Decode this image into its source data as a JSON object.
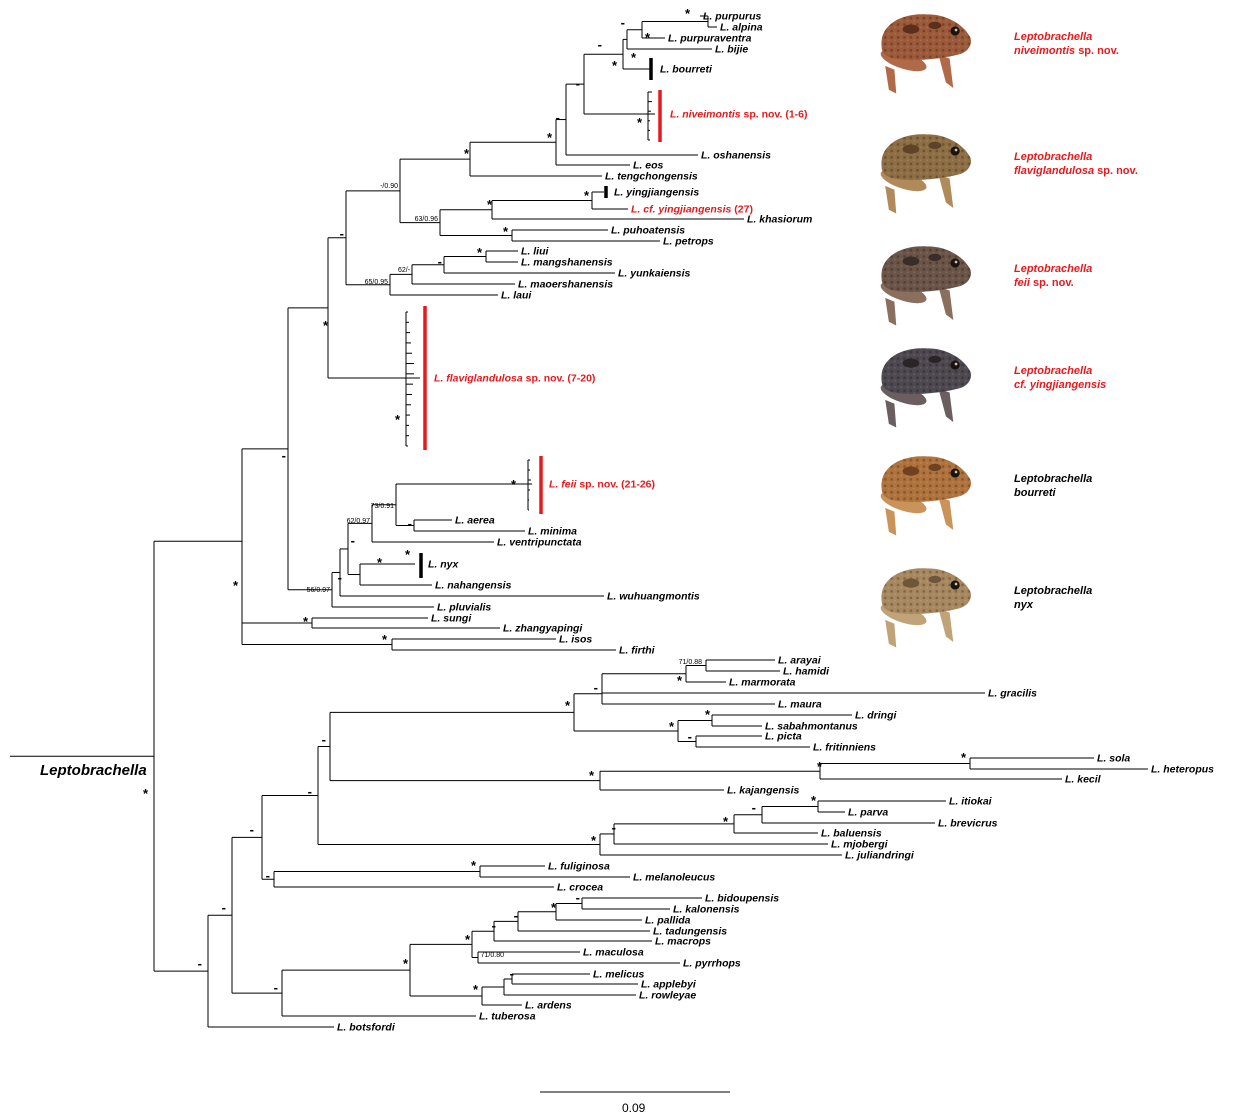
{
  "root_label": "Leptobrachella",
  "scale_label": "0.09",
  "sp_nov": "sp. nov.",
  "colors": {
    "branch": "#000000",
    "highlight": "#e8181c",
    "black_bar": "#000000"
  },
  "tips": {
    "purpurus": "L. purpurus",
    "alpina": "L. alpina",
    "purpuraventra": "L. purpuraventra",
    "bijie": "L. bijie",
    "bourreti": "L. bourreti",
    "niveimontis": "L. niveimontis",
    "niveimontis_suffix": "sp. nov. (1-6)",
    "oshanensis": "L. oshanensis",
    "eos": "L. eos",
    "tengchongensis": "L. tengchongensis",
    "yingjiangensis": "L. yingjiangensis",
    "cf_yingjiangensis": "L. cf. yingjiangensis",
    "cf_yingjiangensis_suffix": "(27)",
    "khasiorum": "L. khasiorum",
    "puhoatensis": "L. puhoatensis",
    "petrops": "L. petrops",
    "liui": "L. liui",
    "mangshanensis": "L. mangshanensis",
    "yunkaiensis": "L. yunkaiensis",
    "maoershanensis": "L. maoershanensis",
    "laui": "L. laui",
    "flaviglandulosa": "L. flaviglandulosa",
    "flaviglandulosa_suffix": "sp. nov. (7-20)",
    "feii": "L. feii",
    "feii_suffix": "sp. nov. (21-26)",
    "aerea": "L. aerea",
    "minima": "L. minima",
    "ventripunctata": "L. ventripunctata",
    "nyx": "L. nyx",
    "nahangensis": "L. nahangensis",
    "wuhuangmontis": "L. wuhuangmontis",
    "pluvialis": "L. pluvialis",
    "sungi": "L. sungi",
    "zhangyapingi": "L. zhangyapingi",
    "isos": "L. isos",
    "firthi": "L. firthi",
    "arayai": "L. arayai",
    "hamidi": "L. hamidi",
    "marmorata": "L. marmorata",
    "gracilis": "L. gracilis",
    "maura": "L. maura",
    "dringi": "L. dringi",
    "sabahmontanus": "L. sabahmontanus",
    "picta": "L. picta",
    "fritinniens": "L. fritinniens",
    "sola": "L. sola",
    "heteropus": "L. heteropus",
    "kecil": "L. kecil",
    "kajangensis": "L. kajangensis",
    "itiokai": "L. itiokai",
    "parva": "L. parva",
    "brevicrus": "L. brevicrus",
    "baluensis": "L. baluensis",
    "mjobergi": "L. mjobergi",
    "juliandringi": "L. juliandringi",
    "fuliginosa": "L. fuliginosa",
    "melanoleucus": "L. melanoleucus",
    "crocea": "L. crocea",
    "bidoupensis": "L. bidoupensis",
    "kalonensis": "L. kalonensis",
    "pallida": "L. pallida",
    "tadungensis": "L. tadungensis",
    "macrops": "L. macrops",
    "maculosa": "L. maculosa",
    "pyrrhops": "L. pyrrhops",
    "melicus": "L. melicus",
    "applebyi": "L. applebyi",
    "rowleyae": "L. rowleyae",
    "ardens": "L. ardens",
    "tuberosa": "L. tuberosa",
    "botsfordi": "L. botsfordi"
  },
  "support": {
    "star": "*",
    "dash": "-",
    "s_m090": "-/0.90",
    "s_6396": "63/0.96",
    "s_62": "62/-",
    "s_6595": "65/0.95",
    "s_7391": "73/0.91",
    "s_6297": "62/0.97",
    "s_5697": "56/0.97",
    "s_7188": "71/0.88",
    "s_7180": "71/0.80"
  },
  "photos": [
    {
      "line1": "Leptobrachella",
      "line2": "niveimontis",
      "line2_suffix": "sp. nov.",
      "red": true,
      "body": "#9c5a3a",
      "spot": "#5a2f1c",
      "leg": "#b06a48"
    },
    {
      "line1": "Leptobrachella",
      "line2": "flaviglandulosa",
      "line2_suffix": "sp. nov.",
      "red": true,
      "body": "#8e6e44",
      "spot": "#5e4326",
      "leg": "#b08a5a"
    },
    {
      "line1": "Leptobrachella",
      "line2": "feii",
      "line2_suffix": "sp. nov.",
      "red": true,
      "body": "#6b5448",
      "spot": "#3a2c26",
      "leg": "#8a6e5e"
    },
    {
      "line1": "Leptobrachella",
      "line2": "cf. yingjiangensis",
      "line2_suffix": "",
      "red": true,
      "body": "#4e4850",
      "spot": "#2a2428",
      "leg": "#6a5e60"
    },
    {
      "line1": "Leptobrachella",
      "line2": "bourreti",
      "line2_suffix": "",
      "red": false,
      "body": "#b0733e",
      "spot": "#6e4220",
      "leg": "#c9935a"
    },
    {
      "line1": "Leptobrachella",
      "line2": "nyx",
      "line2_suffix": "",
      "red": false,
      "body": "#a88860",
      "spot": "#6e5638",
      "leg": "#c0a478"
    }
  ]
}
